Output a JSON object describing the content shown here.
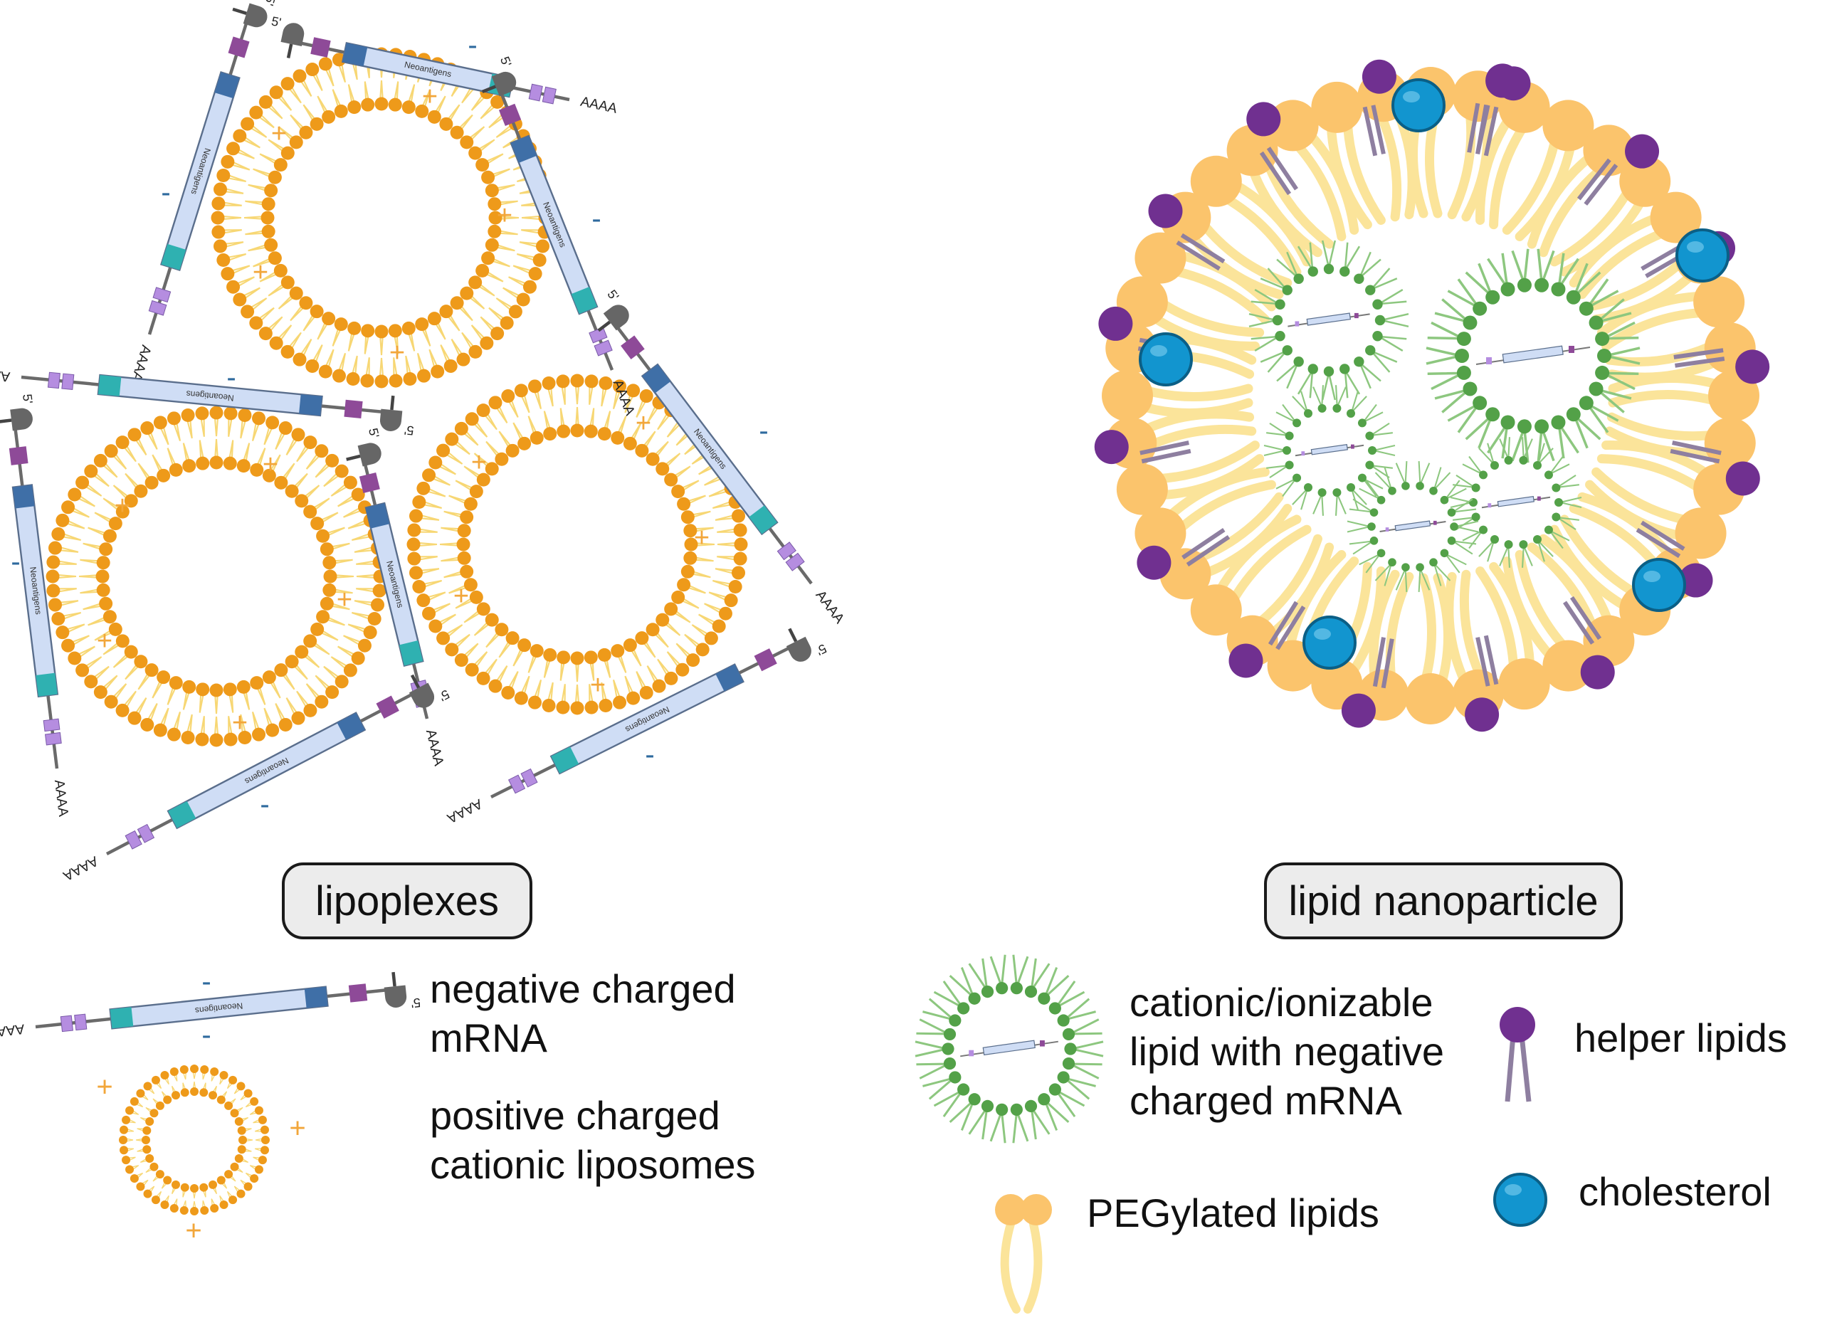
{
  "panels": {
    "left_title": "lipoplexes",
    "right_title": "lipid nanoparticle"
  },
  "mrna": {
    "gene_label": "Neoantigens",
    "cap_label": "5'",
    "tail_label": "AAAA"
  },
  "charges": {
    "negative": "-",
    "positive": "+"
  },
  "legend": {
    "mrna": [
      "negative charged",
      "mRNA"
    ],
    "liposome": [
      "positive charged",
      "cationic liposomes"
    ],
    "ionizable": [
      "cationic/ionizable",
      "lipid with negative",
      "charged mRNA"
    ],
    "helper": "helper lipids",
    "peg": "PEGylated lipids",
    "cholesterol": "cholesterol"
  },
  "colors": {
    "lipid_head_orange": "#EE9A1A",
    "lipid_tail_yellow": "#F7D774",
    "peg_head": "#FBC46C",
    "peg_tail": "#FBE49A",
    "helper_head": "#703090",
    "helper_tail": "#8E7FA0",
    "cholesterol": "#1295CF",
    "ionizable_head": "#53A148",
    "ionizable_tail": "#8DC77F",
    "mrna_body": "#CFDDF5",
    "mrna_stroke": "#5A6E8C",
    "cap": "#666666",
    "utr": "#8E4A98",
    "polyA": "#B58DE0",
    "minus_sign": "#2E6A9E",
    "plus_sign": "#F2A63A"
  },
  "icons": [
    "liposome-icon",
    "mrna-strand-icon",
    "ionizable-lipid-micelle-icon",
    "helper-lipid-icon",
    "peg-lipid-icon",
    "cholesterol-icon"
  ]
}
